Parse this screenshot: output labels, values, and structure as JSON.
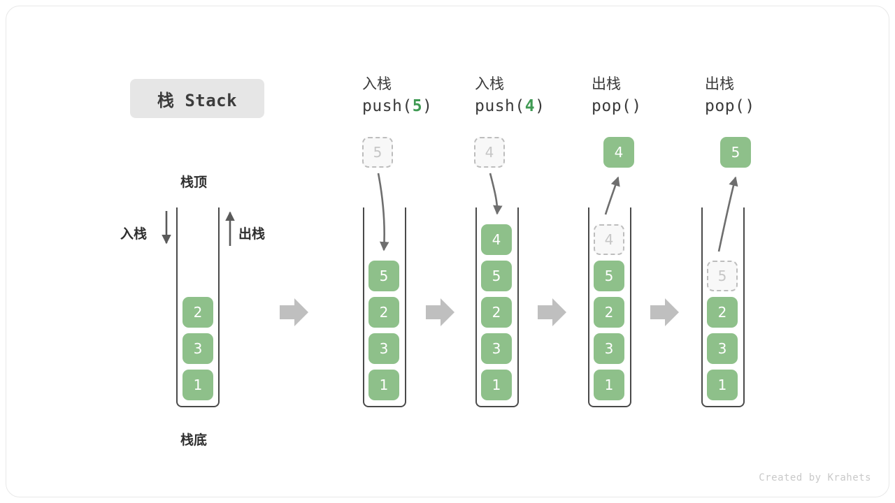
{
  "title": {
    "text": "栈 Stack"
  },
  "legend": {
    "top_label": "栈顶",
    "bottom_label": "栈底",
    "push_label": "入栈",
    "pop_label": "出栈"
  },
  "colors": {
    "cell_fill": "#8ec08a",
    "cell_text": "#ffffff",
    "ghost_fill": "#f8f8f8",
    "ghost_border": "#bdbdbd",
    "ghost_text": "#c6c6c6",
    "container_stroke": "#4a4a4a",
    "arrow_gray": "#6e6e6e",
    "step_arrow": "#bfbfbf",
    "accent_green": "#3f9a53",
    "title_chip_bg": "#e6e6e6",
    "text_dark": "#3a3a3a",
    "credit_gray": "#c9c9c9"
  },
  "steps": [
    {
      "id": "initial",
      "caption_cn": "",
      "caption_code": "",
      "code_prefix": "",
      "code_arg": "",
      "code_suffix": "",
      "cells": [
        {
          "value": "2",
          "state": "solid"
        },
        {
          "value": "3",
          "state": "solid"
        },
        {
          "value": "1",
          "state": "solid"
        }
      ],
      "floating": null
    },
    {
      "id": "push-5",
      "caption_cn": "入栈",
      "code_prefix": "push(",
      "code_arg": "5",
      "code_suffix": ")",
      "cells": [
        {
          "value": "5",
          "state": "solid"
        },
        {
          "value": "2",
          "state": "solid"
        },
        {
          "value": "3",
          "state": "solid"
        },
        {
          "value": "1",
          "state": "solid"
        }
      ],
      "floating": {
        "value": "5",
        "state": "ghost",
        "direction": "down"
      }
    },
    {
      "id": "push-4",
      "caption_cn": "入栈",
      "code_prefix": "push(",
      "code_arg": "4",
      "code_suffix": ")",
      "cells": [
        {
          "value": "4",
          "state": "solid"
        },
        {
          "value": "5",
          "state": "solid"
        },
        {
          "value": "2",
          "state": "solid"
        },
        {
          "value": "3",
          "state": "solid"
        },
        {
          "value": "1",
          "state": "solid"
        }
      ],
      "floating": {
        "value": "4",
        "state": "ghost",
        "direction": "down"
      }
    },
    {
      "id": "pop-4",
      "caption_cn": "出栈",
      "code_prefix": "pop(",
      "code_arg": "",
      "code_suffix": ")",
      "cells": [
        {
          "value": "4",
          "state": "ghost"
        },
        {
          "value": "5",
          "state": "solid"
        },
        {
          "value": "2",
          "state": "solid"
        },
        {
          "value": "3",
          "state": "solid"
        },
        {
          "value": "1",
          "state": "solid"
        }
      ],
      "floating": {
        "value": "4",
        "state": "solid",
        "direction": "up"
      }
    },
    {
      "id": "pop-5",
      "caption_cn": "出栈",
      "code_prefix": "pop(",
      "code_arg": "",
      "code_suffix": ")",
      "cells": [
        {
          "value": "5",
          "state": "ghost"
        },
        {
          "value": "2",
          "state": "solid"
        },
        {
          "value": "3",
          "state": "solid"
        },
        {
          "value": "1",
          "state": "solid"
        }
      ],
      "floating": {
        "value": "5",
        "state": "solid",
        "direction": "up"
      }
    }
  ],
  "step_arrows_count": 4,
  "footer": {
    "credit": "Created by Krahets"
  }
}
